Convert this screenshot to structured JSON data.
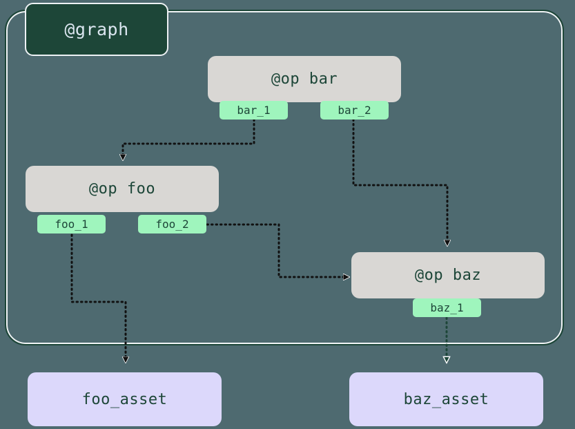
{
  "diagram": {
    "type": "dataflow-graph",
    "background_color": "#4e6a70",
    "container": {
      "label": "@graph",
      "label_fill": "#1d4638",
      "label_text_color": "#dbe6f0",
      "border_color": "#1d4638",
      "inner_border_color": "#f1f4f6"
    },
    "ops": [
      {
        "id": "bar",
        "label": "@op bar",
        "fill": "#d9d7d4",
        "text_color": "#1d4638",
        "ports": [
          {
            "id": "bar_1",
            "label": "bar_1",
            "fill": "#9ff5bd"
          },
          {
            "id": "bar_2",
            "label": "bar_2",
            "fill": "#9ff5bd"
          }
        ]
      },
      {
        "id": "foo",
        "label": "@op foo",
        "fill": "#d9d7d4",
        "text_color": "#1d4638",
        "ports": [
          {
            "id": "foo_1",
            "label": "foo_1",
            "fill": "#9ff5bd"
          },
          {
            "id": "foo_2",
            "label": "foo_2",
            "fill": "#9ff5bd"
          }
        ]
      },
      {
        "id": "baz",
        "label": "@op baz",
        "fill": "#d9d7d4",
        "text_color": "#1d4638",
        "ports": [
          {
            "id": "baz_1",
            "label": "baz_1",
            "fill": "#9ff5bd"
          }
        ]
      }
    ],
    "assets": [
      {
        "id": "foo_asset",
        "label": "foo_asset",
        "fill": "#dcd8fb",
        "text_color": "#1d4638"
      },
      {
        "id": "baz_asset",
        "label": "baz_asset",
        "fill": "#dcd8fb",
        "text_color": "#1d4638"
      }
    ],
    "edges": [
      {
        "from": "bar_1",
        "to": "foo",
        "style": "dotted",
        "color": "#111111",
        "arrowhead": "filled"
      },
      {
        "from": "bar_2",
        "to": "baz",
        "style": "dotted",
        "color": "#111111",
        "arrowhead": "filled"
      },
      {
        "from": "foo_2",
        "to": "baz",
        "style": "dotted",
        "color": "#111111",
        "arrowhead": "filled"
      },
      {
        "from": "foo_1",
        "to": "foo_asset",
        "style": "dotted",
        "color": "#111111",
        "arrowhead": "filled"
      },
      {
        "from": "baz_1",
        "to": "baz_asset",
        "style": "dotted",
        "color": "#1d4638",
        "arrowhead": "hollow"
      }
    ]
  }
}
